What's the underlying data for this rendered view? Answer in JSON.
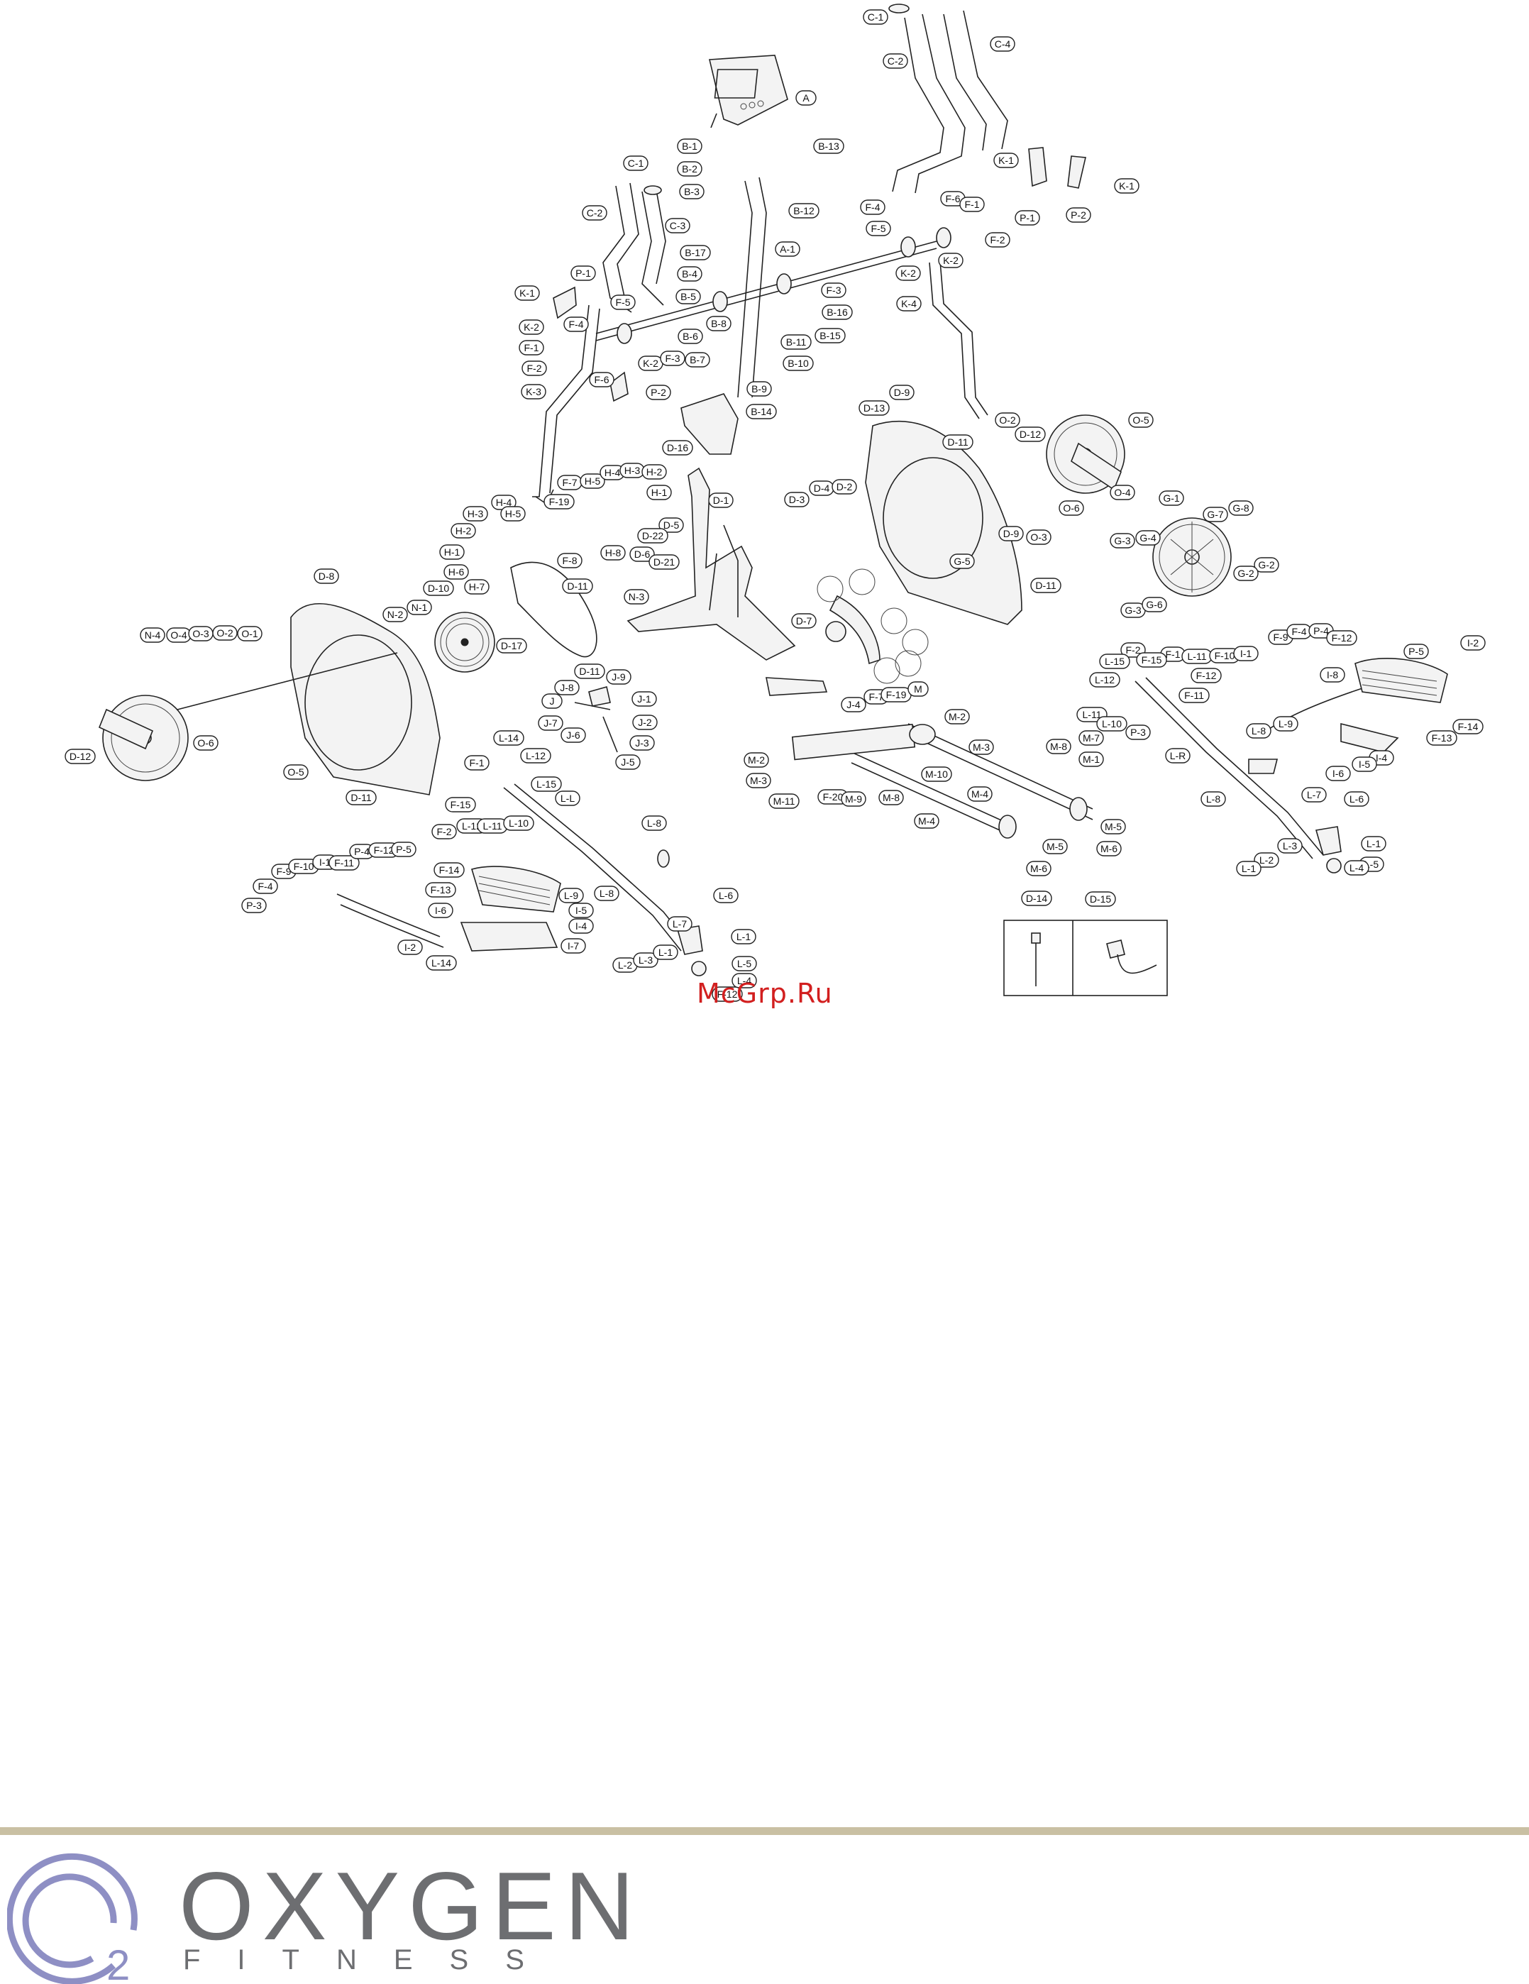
{
  "watermark": "McGrp.Ru",
  "brand": {
    "name": "OXYGEN",
    "sub": "FITNESS",
    "mark_digit": "2"
  },
  "labels": [
    "C-1",
    "C-2",
    "C-4",
    "A",
    "B-1",
    "B-13",
    "B-2",
    "B-3",
    "C-1",
    "C-2",
    "C-3",
    "K-1",
    "P-1",
    "K-1",
    "P-2",
    "F-4",
    "F-6",
    "F-1",
    "F-5",
    "F-2",
    "B-12",
    "A-1",
    "B-17",
    "K-2",
    "K-2",
    "B-4",
    "F-3",
    "B-5",
    "B-16",
    "B-6",
    "B-8",
    "B-15",
    "B-11",
    "B-7",
    "B-10",
    "B-9",
    "B-14",
    "K-4",
    "P-1",
    "K-1",
    "K-2",
    "F-4",
    "F-5",
    "F-1",
    "F-2",
    "F-6",
    "K-2",
    "F-3",
    "K-3",
    "P-2",
    "D-9",
    "D-13",
    "O-2",
    "D-12",
    "O-5",
    "D-16",
    "D-11",
    "D-1",
    "F-7",
    "H-5",
    "H-4",
    "H-3",
    "H-2",
    "H-1",
    "F-19",
    "H-4",
    "H-3",
    "H-5",
    "H-2",
    "H-1",
    "H-6",
    "H-7",
    "F-8",
    "H-8",
    "D-5",
    "D-6",
    "D-22",
    "D-21",
    "D-3",
    "D-4",
    "D-2",
    "O-4",
    "D-9",
    "O-3",
    "O-6",
    "G-1",
    "G-7",
    "G-8",
    "G-2",
    "G-3",
    "G-4",
    "G-2",
    "G-3",
    "G-6",
    "G-5",
    "D-11",
    "D-11",
    "D-8",
    "D-10",
    "N-1",
    "N-2",
    "N-3",
    "D-7",
    "D-17",
    "N-4",
    "O-4",
    "O-3",
    "O-2",
    "O-1",
    "O-6",
    "D-12",
    "O-5",
    "D-11",
    "D-11",
    "J-9",
    "J-8",
    "J",
    "J-1",
    "J-7",
    "J-2",
    "J-6",
    "J-3",
    "J-5",
    "J-4",
    "F-7",
    "F-19",
    "M",
    "M-2",
    "M-3",
    "M-8",
    "M-7",
    "M-1",
    "M-2",
    "M-3",
    "M-10",
    "M-11",
    "F-20",
    "M-9",
    "M-8",
    "M-4",
    "M-4",
    "M-5",
    "M-6",
    "M-5",
    "M-6",
    "L-14",
    "F-1",
    "L-12",
    "F-15",
    "F-2",
    "L-12",
    "L-11",
    "L-10",
    "L-15",
    "L-L",
    "L-8",
    "L-9",
    "L-8",
    "L-7",
    "L-6",
    "L-1",
    "L-2",
    "L-3",
    "L-1",
    "L-5",
    "L-4",
    "F-12",
    "P-3",
    "F-4",
    "F-9",
    "F-10",
    "I-1",
    "F-11",
    "P-4",
    "F-12",
    "P-5",
    "F-14",
    "F-13",
    "I-6",
    "I-5",
    "I-4",
    "I-7",
    "I-2",
    "L-14",
    "F-2",
    "F-1",
    "F-15",
    "L-11",
    "L-15",
    "L-12",
    "L-11",
    "L-10",
    "P-3",
    "F-12",
    "F-11",
    "F-10",
    "I-1",
    "F-9",
    "F-4",
    "P-4",
    "F-12",
    "I-8",
    "P-5",
    "I-2",
    "F-14",
    "F-13",
    "I-4",
    "I-5",
    "I-6",
    "L-R",
    "L-8",
    "L-9",
    "L-8",
    "L-7",
    "L-6",
    "L-1",
    "L-5",
    "L-4",
    "L-3",
    "L-2",
    "L-1",
    "D-14",
    "D-15"
  ]
}
